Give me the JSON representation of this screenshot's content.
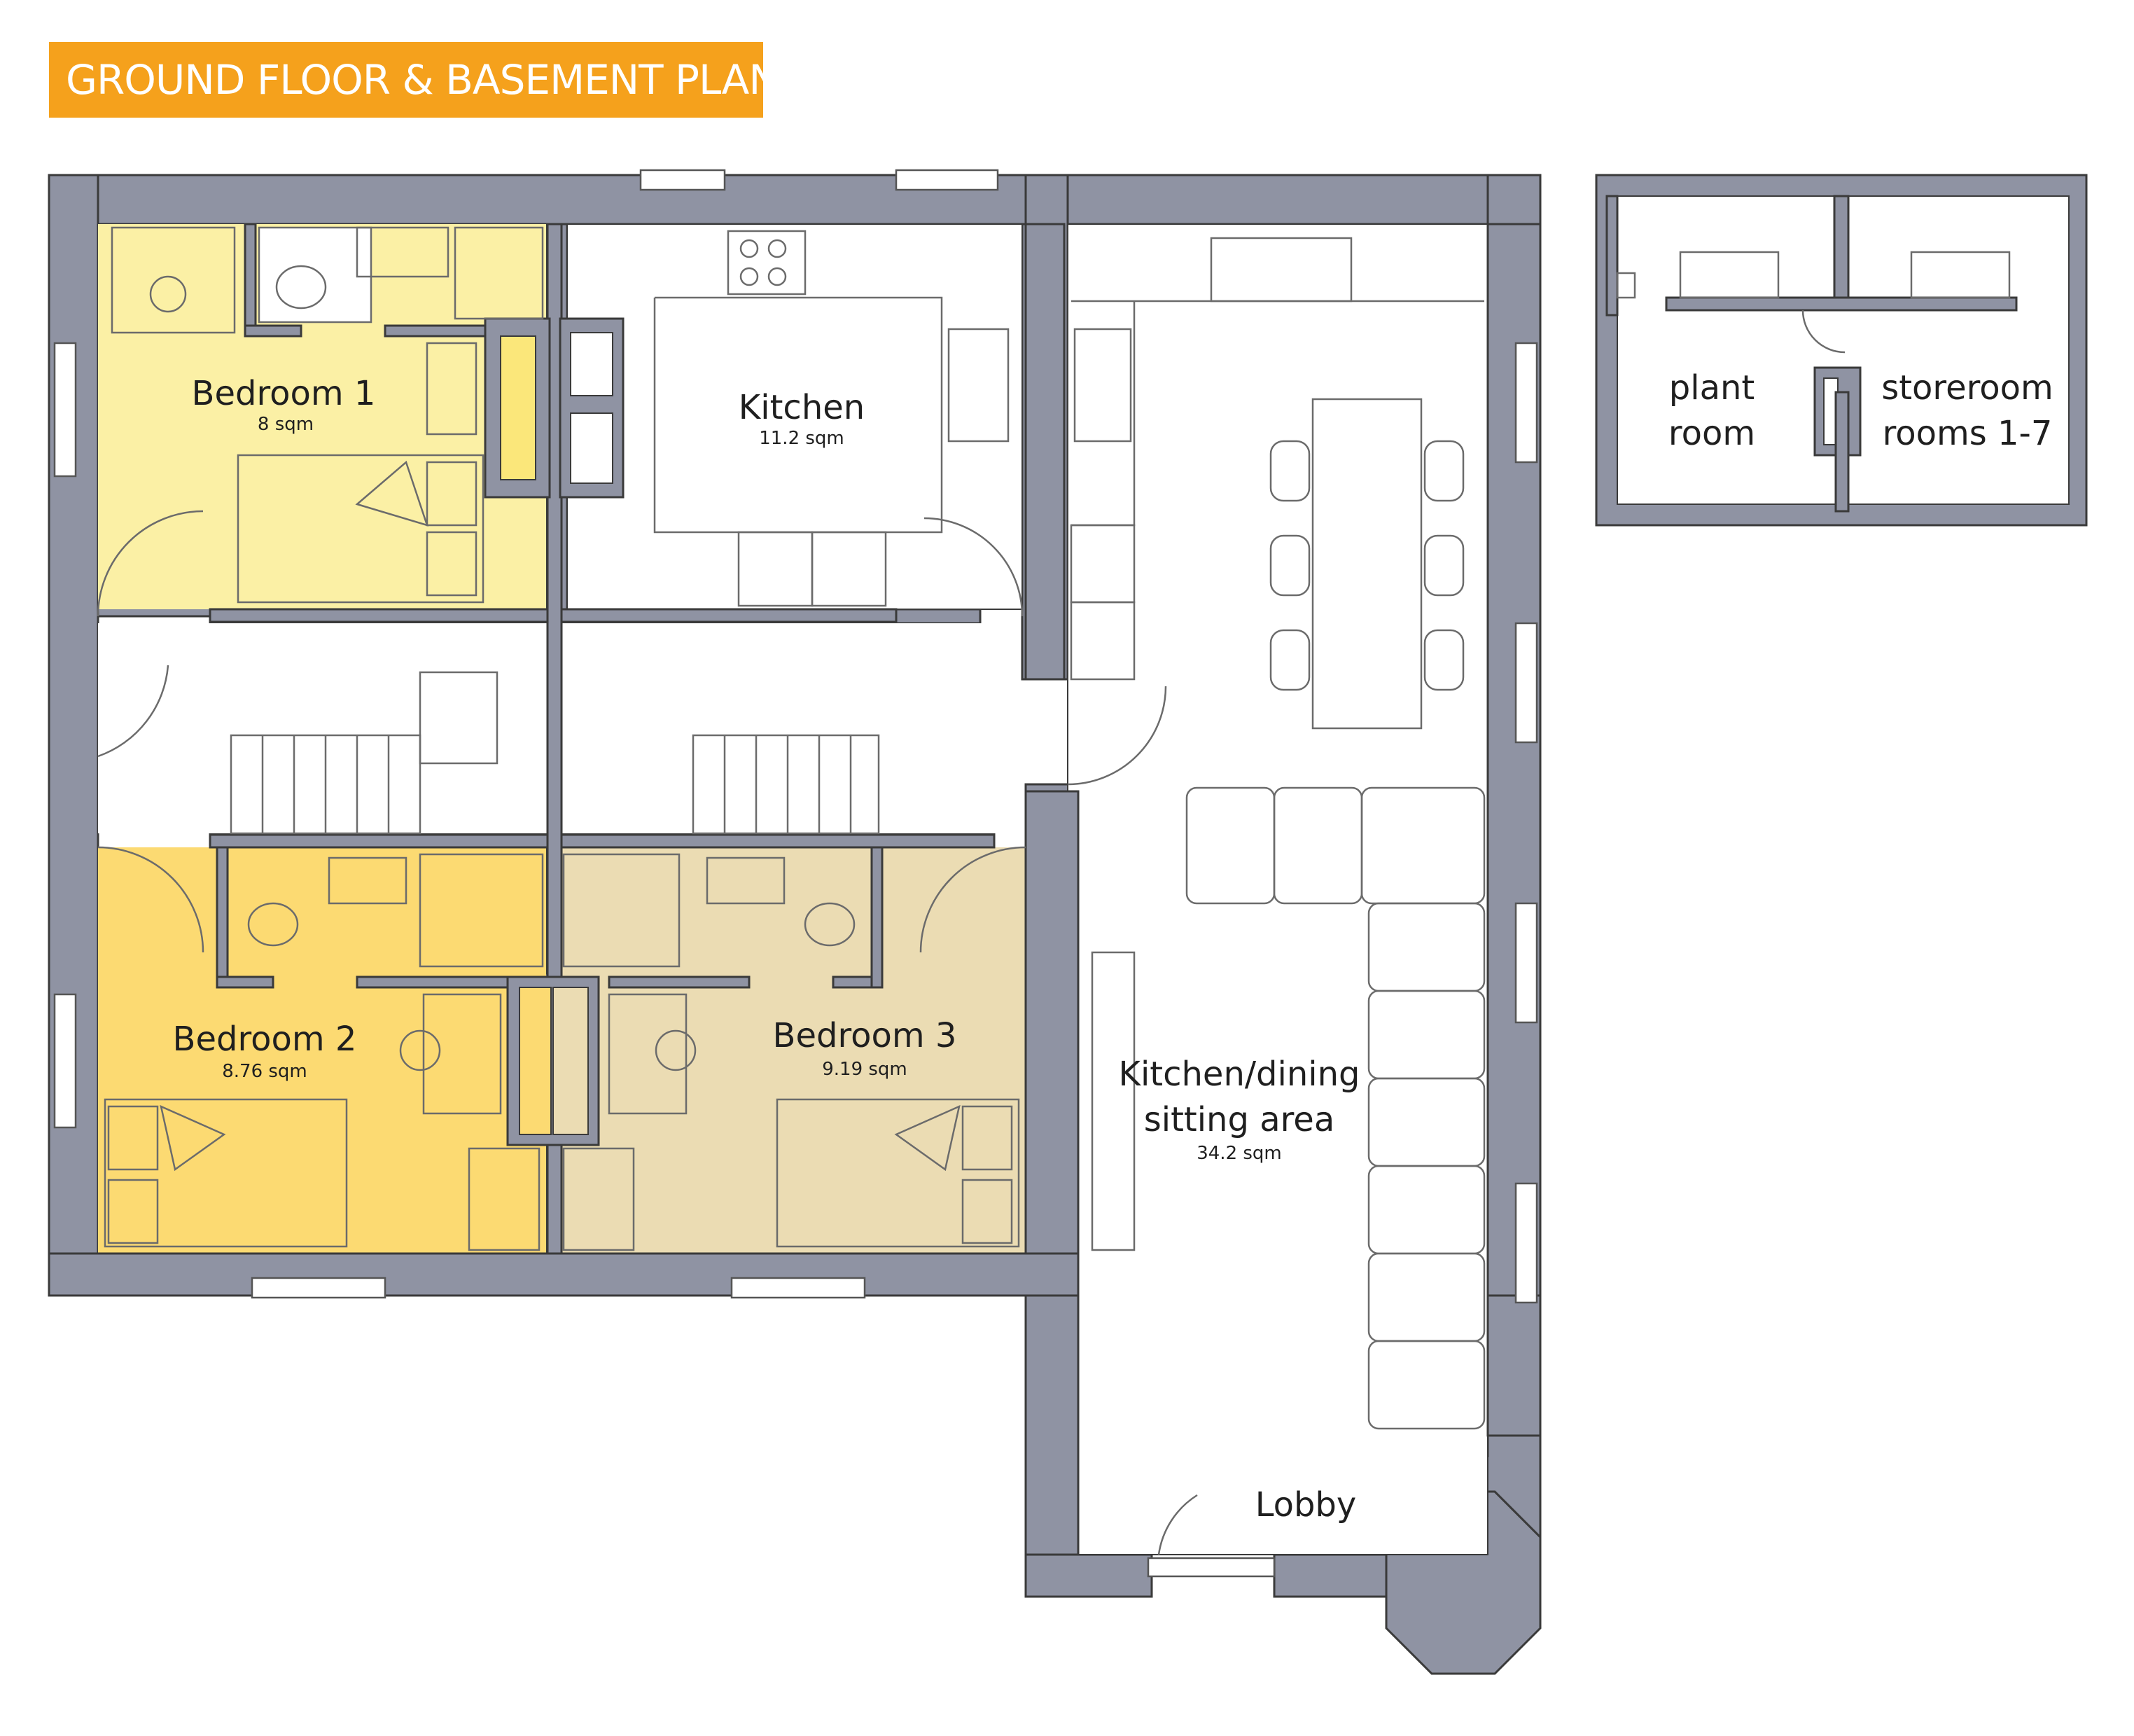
{
  "title": "GROUND FLOOR & BASEMENT PLAN",
  "colors": {
    "banner": "#f5a11c",
    "wall": "#8f93a3",
    "bedroom_1": "#fbf0a5",
    "bedroom_2": "#fcda72",
    "bedroom_3": "#ebdcb3",
    "room": "#ffffff"
  },
  "rooms": {
    "bedroom_1": {
      "name": "Bedroom 1",
      "area": "8 sqm"
    },
    "kitchen": {
      "name": "Kitchen",
      "area": "11.2 sqm"
    },
    "bedroom_2": {
      "name": "Bedroom 2",
      "area": "8.76 sqm"
    },
    "bedroom_3": {
      "name": "Bedroom 3",
      "area": "9.19 sqm"
    },
    "kitchen_dining": {
      "name_line1": "Kitchen/dining",
      "name_line2": "sitting area",
      "area": "34.2 sqm"
    },
    "lobby": {
      "name": "Lobby"
    }
  },
  "basement": {
    "plant_room": {
      "line1": "plant",
      "line2": "room"
    },
    "storerooms": {
      "line1": "storeroom",
      "line2": "rooms 1-7"
    }
  }
}
